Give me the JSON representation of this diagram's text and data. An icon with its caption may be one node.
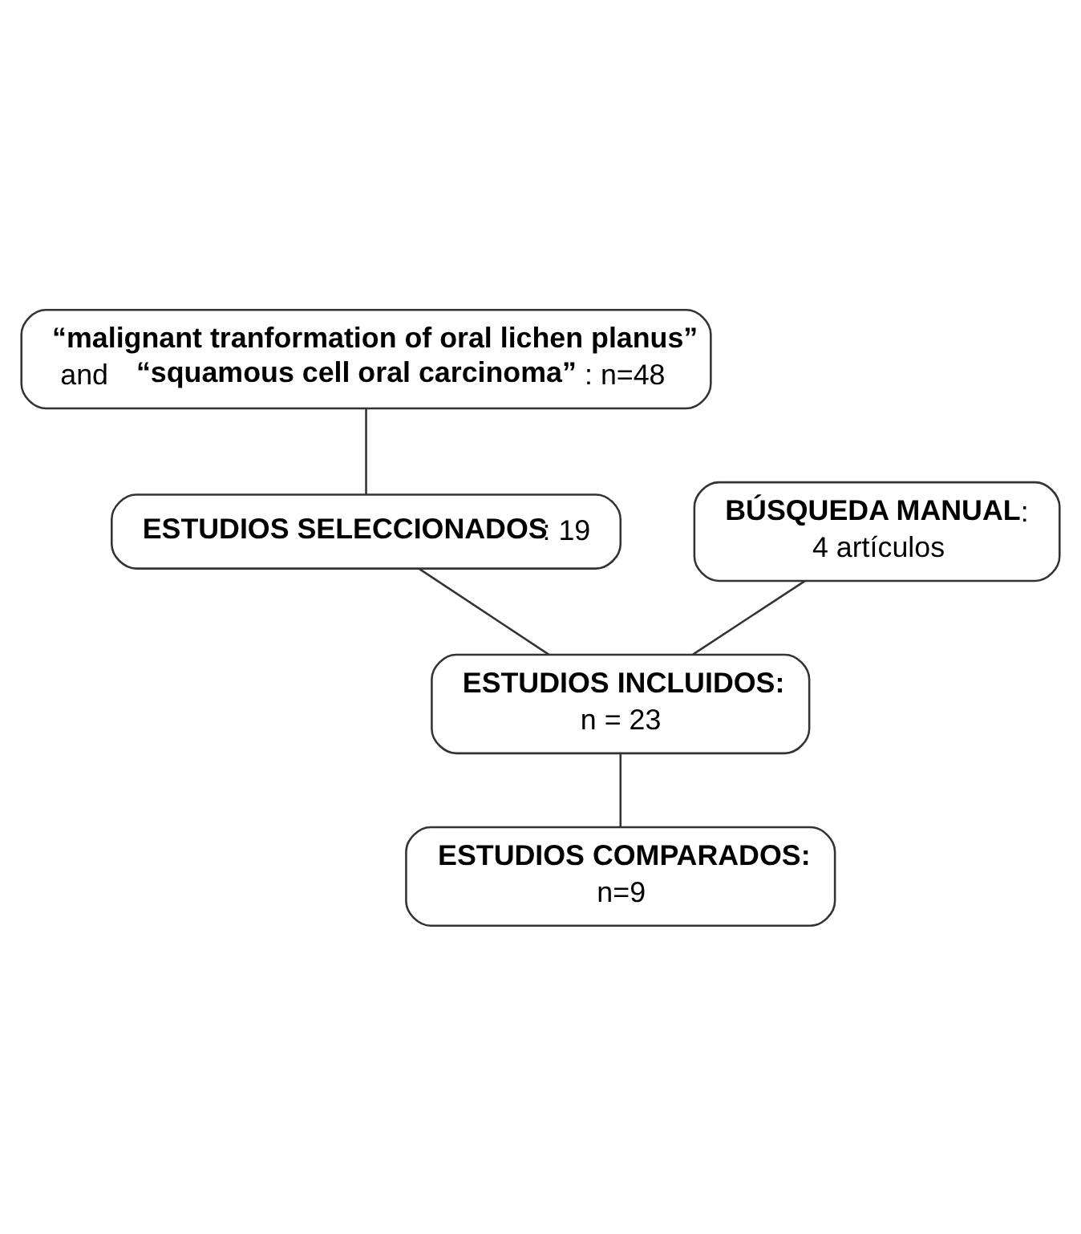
{
  "diagram": {
    "nodes": [
      {
        "text": [
          "**“malignant tranformation of oral lichen planus”** and **“squamous cell oral carcinoma”** : n=48"
        ]
      },
      {
        "text": [
          "**ESTUDIOS SELECCIONADOS**: 19"
        ]
      },
      {
        "text": [
          "**BÚSQUEDA MANUAL**:",
          "4 artículos"
        ]
      },
      {
        "text": [
          "**ESTUDIOS INCLUIDOS:**",
          "n = 23"
        ]
      },
      {
        "text": [
          "**ESTUDIOS COMPARADOS:**",
          "n=9"
        ]
      }
    ],
    "edges": [
      {
        "from": 0,
        "to": 1,
        "arrow": "none"
      },
      {
        "from": 1,
        "to": 3,
        "arrow": "none"
      },
      {
        "from": 2,
        "to": 3,
        "arrow": "none"
      },
      {
        "from": 3,
        "to": 4,
        "arrow": "none"
      }
    ]
  }
}
